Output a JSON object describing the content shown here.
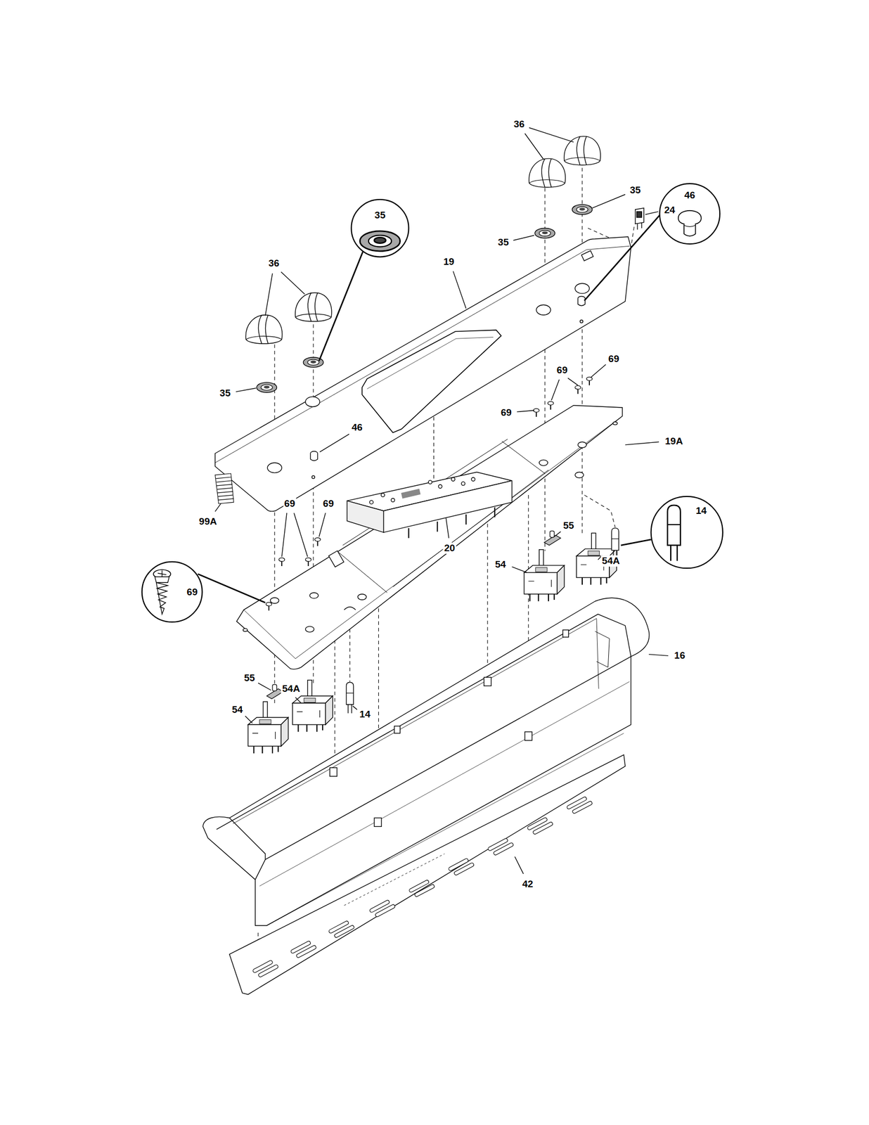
{
  "diagram": {
    "labels": [
      "36",
      "35",
      "46",
      "24",
      "35",
      "35",
      "19",
      "36",
      "69",
      "69",
      "35",
      "69",
      "46",
      "19A",
      "69",
      "69",
      "14",
      "99A",
      "55",
      "20",
      "54A",
      "54",
      "69",
      "16",
      "55",
      "54A",
      "54",
      "14",
      "42"
    ]
  }
}
